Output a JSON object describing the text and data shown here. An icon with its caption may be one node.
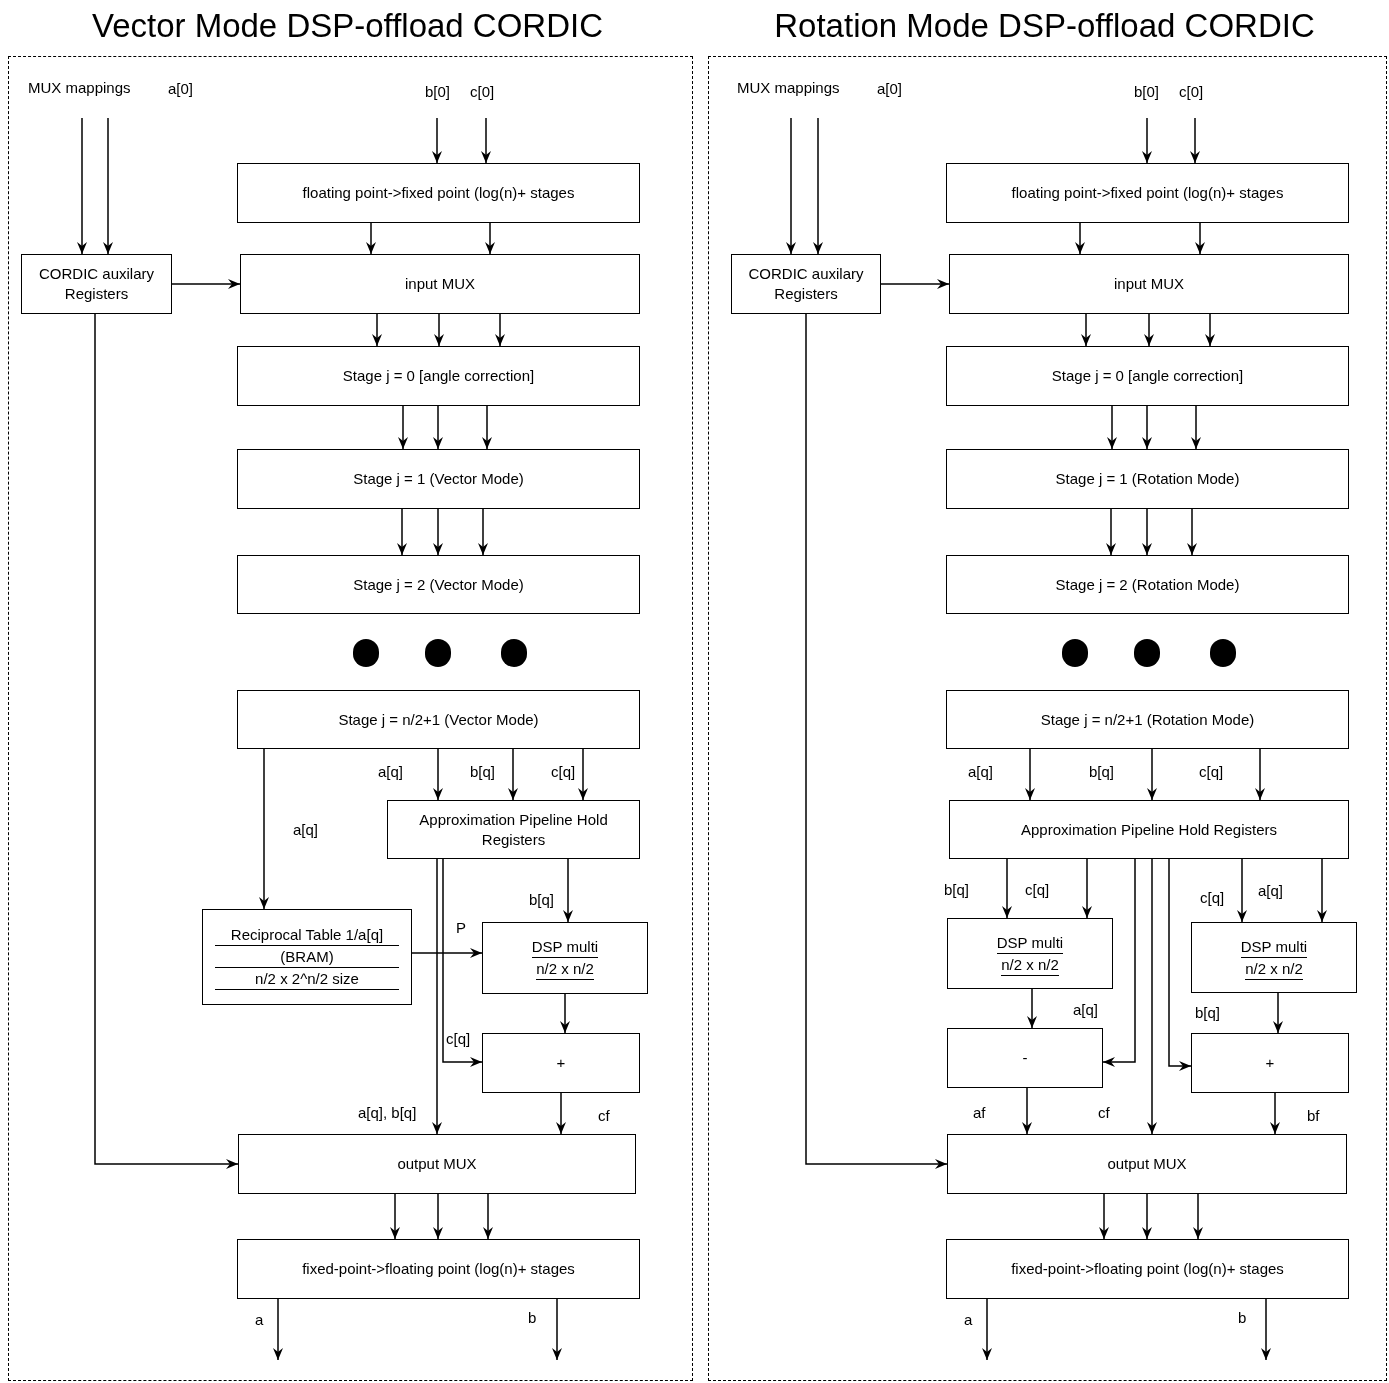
{
  "diagram": {
    "nodes": [
      {
        "text": [
          "Vector Mode DSP-offload CORDIC"
        ]
      },
      {
        "text": [
          "floating point->fixed point (log(n)+ stages"
        ],
        "in": 0
      },
      {
        "text": [
          "CORDIC auxilary Registers"
        ],
        "in": 0
      },
      {
        "text": [
          "input MUX"
        ],
        "in": 0
      },
      {
        "text": [
          "Stage j = 0 [angle correction]"
        ],
        "in": 0
      },
      {
        "text": [
          "Stage j = 1 (Vector Mode)"
        ],
        "in": 0
      },
      {
        "text": [
          "Stage j = 2 (Vector Mode)"
        ],
        "in": 0
      },
      {
        "text": [],
        "shape": "circle",
        "in": 0
      },
      {
        "text": [],
        "shape": "circle",
        "in": 0
      },
      {
        "text": [],
        "shape": "circle",
        "in": 0
      },
      {
        "text": [
          "Stage j = n/2+1 (Vector Mode)"
        ],
        "in": 0
      },
      {
        "text": [
          "Approximation Pipeline Hold Registers"
        ],
        "in": 0
      },
      {
        "text": [
          "Reciprocal Table 1/a[q]",
          "(BRAM)",
          "n/2 x 2^n/2 size"
        ],
        "in": 0
      },
      {
        "text": [
          "DSP multi",
          "n/2 x n/2"
        ],
        "in": 0
      },
      {
        "text": [
          "+"
        ],
        "in": 0
      },
      {
        "text": [
          "output MUX"
        ],
        "in": 0
      },
      {
        "text": [
          "fixed-point->floating point (log(n)+ stages"
        ],
        "in": 0
      },
      {
        "text": [
          "Rotation Mode DSP-offload CORDIC"
        ]
      },
      {
        "text": [
          "floating point->fixed point (log(n)+ stages"
        ],
        "in": 17
      },
      {
        "text": [
          "CORDIC auxilary Registers"
        ],
        "in": 17
      },
      {
        "text": [
          "input MUX"
        ],
        "in": 17
      },
      {
        "text": [
          "Stage j = 0 [angle correction]"
        ],
        "in": 17
      },
      {
        "text": [
          "Stage j = 1 (Rotation Mode)"
        ],
        "in": 17
      },
      {
        "text": [
          "Stage j = 2 (Rotation Mode)"
        ],
        "in": 17
      },
      {
        "text": [],
        "shape": "circle",
        "in": 17
      },
      {
        "text": [],
        "shape": "circle",
        "in": 17
      },
      {
        "text": [],
        "shape": "circle",
        "in": 17
      },
      {
        "text": [
          "Stage j = n/2+1 (Rotation Mode)"
        ],
        "in": 17
      },
      {
        "text": [
          "Approximation Pipeline Hold Registers"
        ],
        "in": 17
      },
      {
        "text": [
          "DSP multi",
          "n/2 x n/2"
        ],
        "in": 17
      },
      {
        "text": [
          "DSP multi",
          "n/2 x n/2"
        ],
        "in": 17
      },
      {
        "text": [
          "-"
        ],
        "in": 17
      },
      {
        "text": [
          "+"
        ],
        "in": 17
      },
      {
        "text": [
          "output MUX"
        ],
        "in": 17
      },
      {
        "text": [
          "fixed-point->floating point (log(n)+ stages"
        ],
        "in": 17
      }
    ],
    "edges": [
      {
        "from": null,
        "to": 2,
        "arrow": "to",
        "label": "MUX mappings"
      },
      {
        "from": null,
        "to": 2,
        "arrow": "to",
        "label": "a[0]"
      },
      {
        "from": null,
        "to": 1,
        "arrow": "to",
        "label": "b[0]"
      },
      {
        "from": null,
        "to": 1,
        "arrow": "to",
        "label": "c[0]"
      },
      {
        "from": 1,
        "to": 3,
        "arrow": "to"
      },
      {
        "from": 1,
        "to": 3,
        "arrow": "to"
      },
      {
        "from": 2,
        "to": 3,
        "arrow": "to"
      },
      {
        "from": 3,
        "to": 4,
        "arrow": "to"
      },
      {
        "from": 3,
        "to": 4,
        "arrow": "to"
      },
      {
        "from": 3,
        "to": 4,
        "arrow": "to"
      },
      {
        "from": 4,
        "to": 5,
        "arrow": "to"
      },
      {
        "from": 4,
        "to": 5,
        "arrow": "to"
      },
      {
        "from": 4,
        "to": 5,
        "arrow": "to"
      },
      {
        "from": 5,
        "to": 6,
        "arrow": "to"
      },
      {
        "from": 5,
        "to": 6,
        "arrow": "to"
      },
      {
        "from": 5,
        "to": 6,
        "arrow": "to"
      },
      {
        "from": 10,
        "to": 11,
        "arrow": "to",
        "label": "a[q]"
      },
      {
        "from": 10,
        "to": 11,
        "arrow": "to",
        "label": "b[q]"
      },
      {
        "from": 10,
        "to": 11,
        "arrow": "to",
        "label": "c[q]"
      },
      {
        "from": 10,
        "to": 12,
        "arrow": "to",
        "label": "a[q]"
      },
      {
        "from": 11,
        "to": 13,
        "arrow": "to",
        "label": "b[q]"
      },
      {
        "from": 12,
        "to": 13,
        "arrow": "to",
        "label": "P"
      },
      {
        "from": 11,
        "to": 14,
        "arrow": "to",
        "label": "c[q]"
      },
      {
        "from": 11,
        "to": 15,
        "arrow": "to",
        "label": "a[q], b[q]"
      },
      {
        "from": 13,
        "to": 14,
        "arrow": "to"
      },
      {
        "from": 14,
        "to": 15,
        "arrow": "to",
        "label": "cf"
      },
      {
        "from": 2,
        "to": 15,
        "arrow": "to"
      },
      {
        "from": 15,
        "to": 16,
        "arrow": "to"
      },
      {
        "from": 15,
        "to": 16,
        "arrow": "to"
      },
      {
        "from": 15,
        "to": 16,
        "arrow": "to"
      },
      {
        "from": 16,
        "to": null,
        "arrow": "to",
        "label": "a"
      },
      {
        "from": 16,
        "to": null,
        "arrow": "to",
        "label": "b"
      },
      {
        "from": null,
        "to": 19,
        "arrow": "to",
        "label": "MUX mappings"
      },
      {
        "from": null,
        "to": 19,
        "arrow": "to",
        "label": "a[0]"
      },
      {
        "from": null,
        "to": 18,
        "arrow": "to",
        "label": "b[0]"
      },
      {
        "from": null,
        "to": 18,
        "arrow": "to",
        "label": "c[0]"
      },
      {
        "from": 18,
        "to": 20,
        "arrow": "to"
      },
      {
        "from": 18,
        "to": 20,
        "arrow": "to"
      },
      {
        "from": 19,
        "to": 20,
        "arrow": "to"
      },
      {
        "from": 20,
        "to": 21,
        "arrow": "to"
      },
      {
        "from": 20,
        "to": 21,
        "arrow": "to"
      },
      {
        "from": 20,
        "to": 21,
        "arrow": "to"
      },
      {
        "from": 21,
        "to": 22,
        "arrow": "to"
      },
      {
        "from": 21,
        "to": 22,
        "arrow": "to"
      },
      {
        "from": 21,
        "to": 22,
        "arrow": "to"
      },
      {
        "from": 22,
        "to": 23,
        "arrow": "to"
      },
      {
        "from": 22,
        "to": 23,
        "arrow": "to"
      },
      {
        "from": 22,
        "to": 23,
        "arrow": "to"
      },
      {
        "from": 27,
        "to": 28,
        "arrow": "to",
        "label": "a[q]"
      },
      {
        "from": 27,
        "to": 28,
        "arrow": "to",
        "label": "b[q]"
      },
      {
        "from": 27,
        "to": 28,
        "arrow": "to",
        "label": "c[q]"
      },
      {
        "from": 28,
        "to": 29,
        "arrow": "to",
        "label": "b[q]"
      },
      {
        "from": 28,
        "to": 29,
        "arrow": "to",
        "label": "c[q]"
      },
      {
        "from": 28,
        "to": 31,
        "arrow": "to",
        "label": "a[q]"
      },
      {
        "from": 28,
        "to": 33,
        "arrow": "to",
        "label": "cf"
      },
      {
        "from": 28,
        "to": 32,
        "arrow": "to",
        "label": "b[q]"
      },
      {
        "from": 28,
        "to": 30,
        "arrow": "to",
        "label": "c[q]"
      },
      {
        "from": 28,
        "to": 30,
        "arrow": "to",
        "label": "a[q]"
      },
      {
        "from": 29,
        "to": 31,
        "arrow": "to"
      },
      {
        "from": 30,
        "to": 32,
        "arrow": "to"
      },
      {
        "from": 31,
        "to": 33,
        "arrow": "to",
        "label": "af"
      },
      {
        "from": 32,
        "to": 33,
        "arrow": "to",
        "label": "bf"
      },
      {
        "from": 19,
        "to": 33,
        "arrow": "to"
      },
      {
        "from": 33,
        "to": 34,
        "arrow": "to"
      },
      {
        "from": 33,
        "to": 34,
        "arrow": "to"
      },
      {
        "from": 33,
        "to": 34,
        "arrow": "to"
      },
      {
        "from": 34,
        "to": null,
        "arrow": "to",
        "label": "a"
      },
      {
        "from": 34,
        "to": null,
        "arrow": "to",
        "label": "b"
      }
    ]
  }
}
